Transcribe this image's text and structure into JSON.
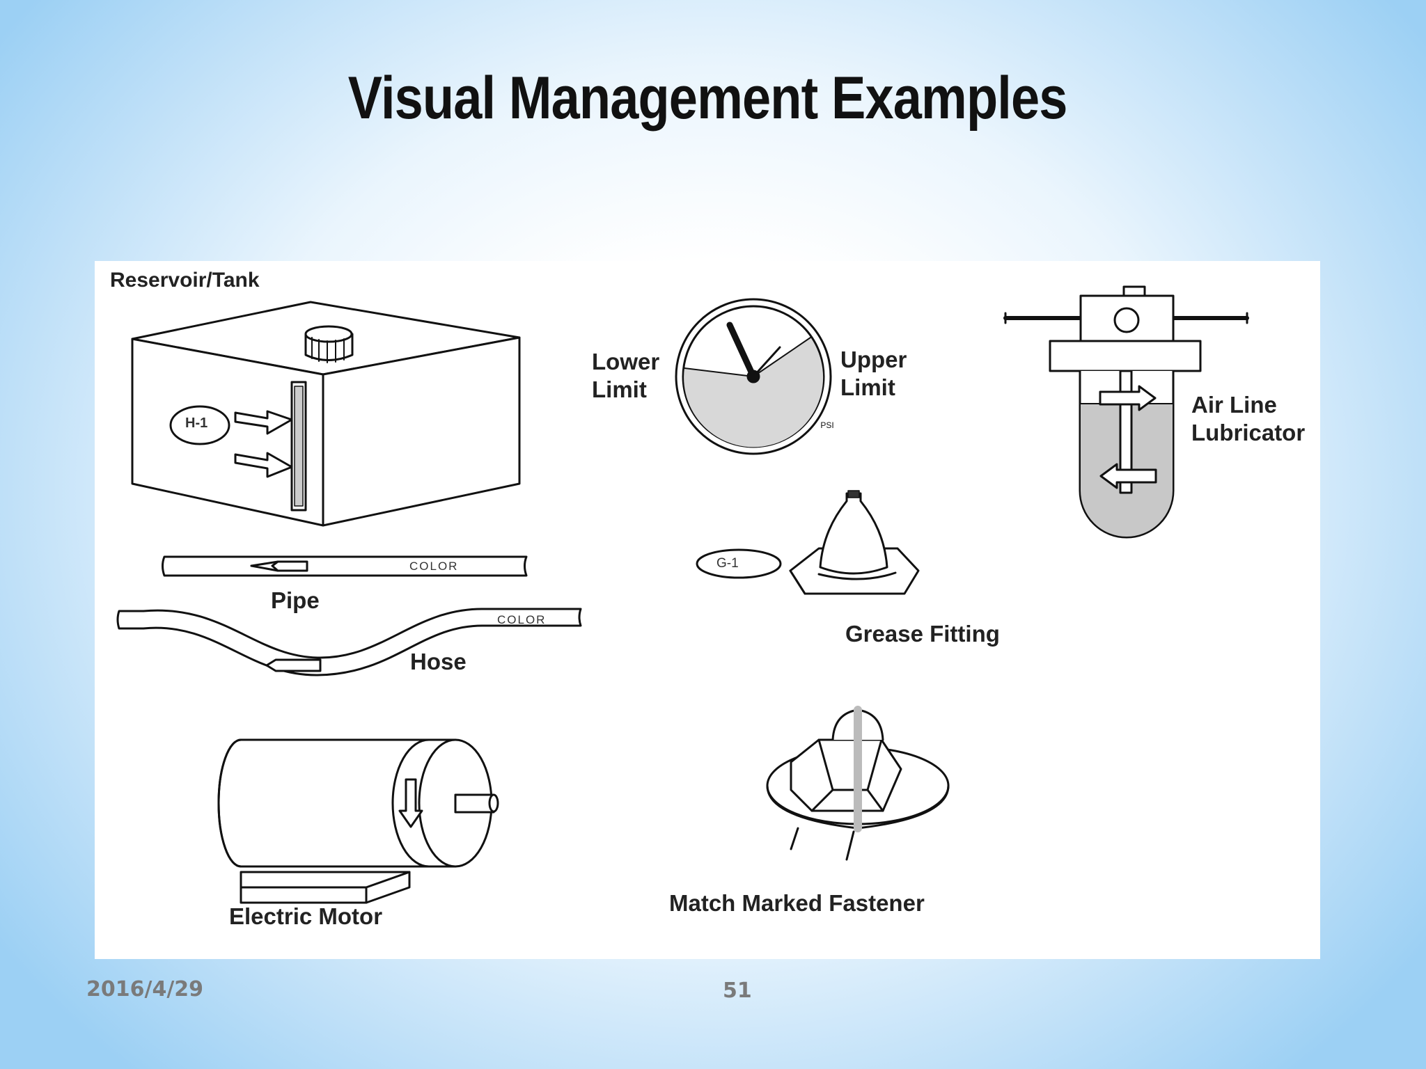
{
  "slide": {
    "title": "Visual Management Examples",
    "date": "2016/4/29",
    "page_number": "51"
  },
  "figure": {
    "labels": {
      "reservoir": "Reservoir/Tank",
      "tank_tag": "H-1",
      "lower_limit": "Lower\nLimit",
      "upper_limit": "Upper\nLimit",
      "lubricator": "Air Line\nLubricator",
      "pipe": "Pipe",
      "hose": "Hose",
      "pipe_color": "COLOR",
      "hose_color": "COLOR",
      "grease_tag": "G-1",
      "grease": "Grease Fitting",
      "motor": "Electric Motor",
      "fastener": "Match Marked Fastener",
      "gauge_unit": "PSI"
    },
    "icons": [
      "tank-icon",
      "pressure-gauge-icon",
      "air-line-lubricator-icon",
      "pipe-icon",
      "hose-icon",
      "grease-fitting-icon",
      "electric-motor-icon",
      "match-marked-fastener-icon"
    ]
  }
}
